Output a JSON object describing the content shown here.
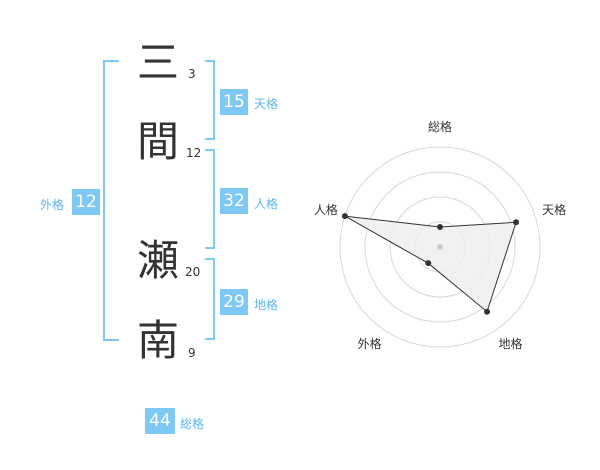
{
  "name": {
    "chars": [
      {
        "char": "三",
        "strokes": "3"
      },
      {
        "char": "間",
        "strokes": "12"
      },
      {
        "char": "瀬",
        "strokes": "20"
      },
      {
        "char": "南",
        "strokes": "9"
      }
    ]
  },
  "kakusu": {
    "tenkaku": {
      "value": "15",
      "label": "天格"
    },
    "jinkaku": {
      "value": "32",
      "label": "人格"
    },
    "chikaku": {
      "value": "29",
      "label": "地格"
    },
    "gaikaku": {
      "value": "12",
      "label": "外格"
    },
    "soukaku": {
      "value": "44",
      "label": "総格"
    }
  },
  "chart_data": {
    "type": "radar",
    "axes": [
      "総格",
      "天格",
      "地格",
      "外格",
      "人格"
    ],
    "values": [
      1,
      4,
      4,
      1,
      5
    ],
    "rmax": 5,
    "rings": 4,
    "colors": {
      "fill": "#eeeeee",
      "line": "#333333",
      "grid": "#d8d8d8",
      "point": "#333333"
    }
  }
}
